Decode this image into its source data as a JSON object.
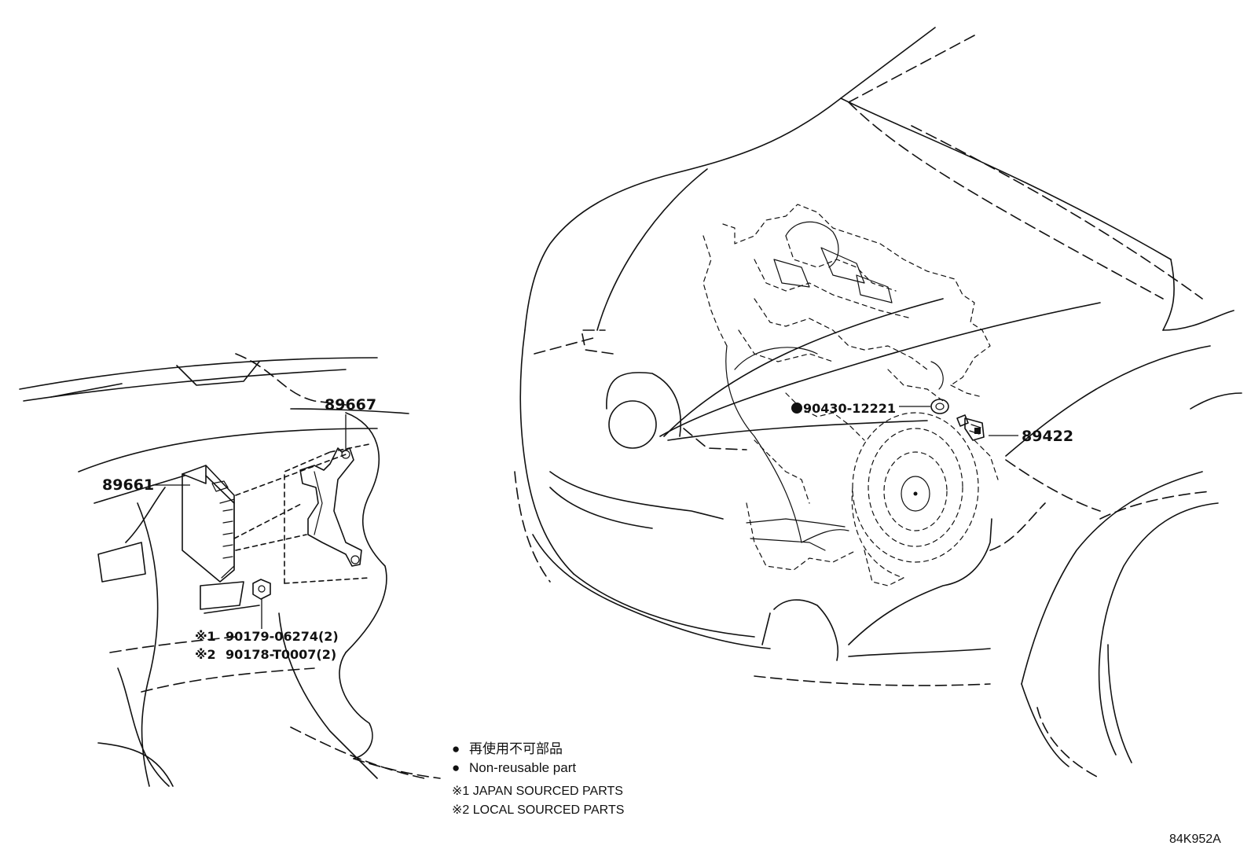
{
  "callouts": {
    "p89667": "89667",
    "p89661": "89661",
    "p89422": "89422",
    "p90430": "90430-12221",
    "p90179": "90179-06274(2)",
    "p90178": "90178-T0007(2)",
    "mark1": "※1",
    "mark2": "※2"
  },
  "legend": {
    "bullet": "●",
    "japanese": "再使用不可部品",
    "english": "Non-reusable part",
    "note1": "※1 JAPAN SOURCED PARTS",
    "note2": "※2 LOCAL SOURCED PARTS"
  },
  "diagram_code": "84K952A",
  "colors": {
    "line": "#111111",
    "background": "#ffffff"
  }
}
